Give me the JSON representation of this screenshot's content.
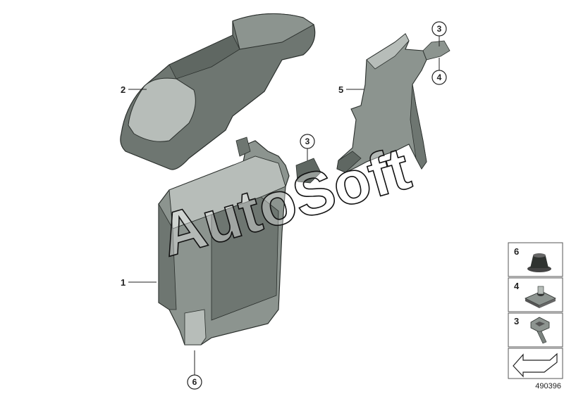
{
  "diagram_id": "490396",
  "watermark": "AutoSoft",
  "callouts": {
    "c1": "1",
    "c2": "2",
    "c3a": "3",
    "c3b": "3",
    "c4": "4",
    "c5": "5",
    "c6": "6"
  },
  "legend": [
    {
      "number": "6",
      "part": "grommet"
    },
    {
      "number": "4",
      "part": "clip nut"
    },
    {
      "number": "3",
      "part": "screw"
    }
  ],
  "colors": {
    "part_dark": "#6e7671",
    "part_mid": "#8c948f",
    "part_light": "#b7bdb9",
    "outline": "#2a2f2c"
  }
}
